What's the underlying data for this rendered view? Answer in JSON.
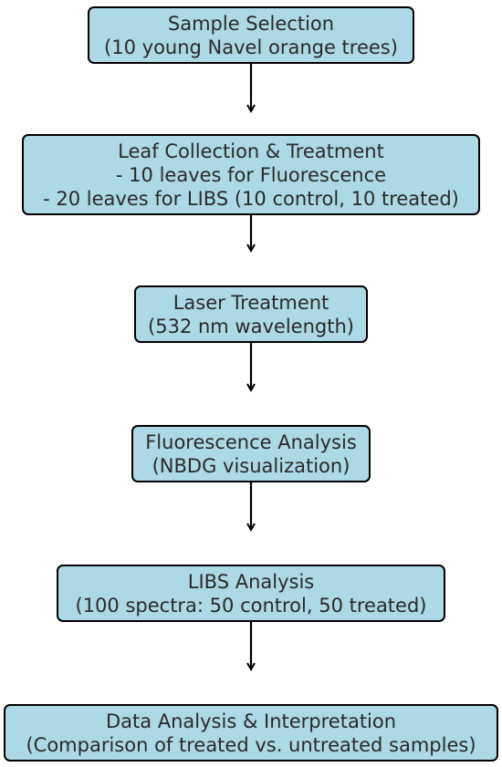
{
  "steps": [
    {
      "title": "Sample Selection",
      "lines": [
        "(10 young Navel orange trees)"
      ]
    },
    {
      "title": "Leaf Collection & Treatment",
      "lines": [
        "- 10 leaves for Fluorescence",
        "- 20 leaves for LIBS (10 control, 10 treated)"
      ]
    },
    {
      "title": "Laser Treatment",
      "lines": [
        "(532 nm wavelength)"
      ]
    },
    {
      "title": "Fluorescence Analysis",
      "lines": [
        "(NBDG visualization)"
      ]
    },
    {
      "title": "LIBS Analysis",
      "lines": [
        "(100 spectra: 50 control, 50 treated)"
      ]
    },
    {
      "title": "Data Analysis & Interpretation",
      "lines": [
        "(Comparison of treated vs. untreated samples)"
      ]
    }
  ],
  "colors": {
    "box_fill": "#add8e6",
    "box_border": "#000000",
    "text": "#2a2a2a",
    "arrow": "#000000"
  }
}
